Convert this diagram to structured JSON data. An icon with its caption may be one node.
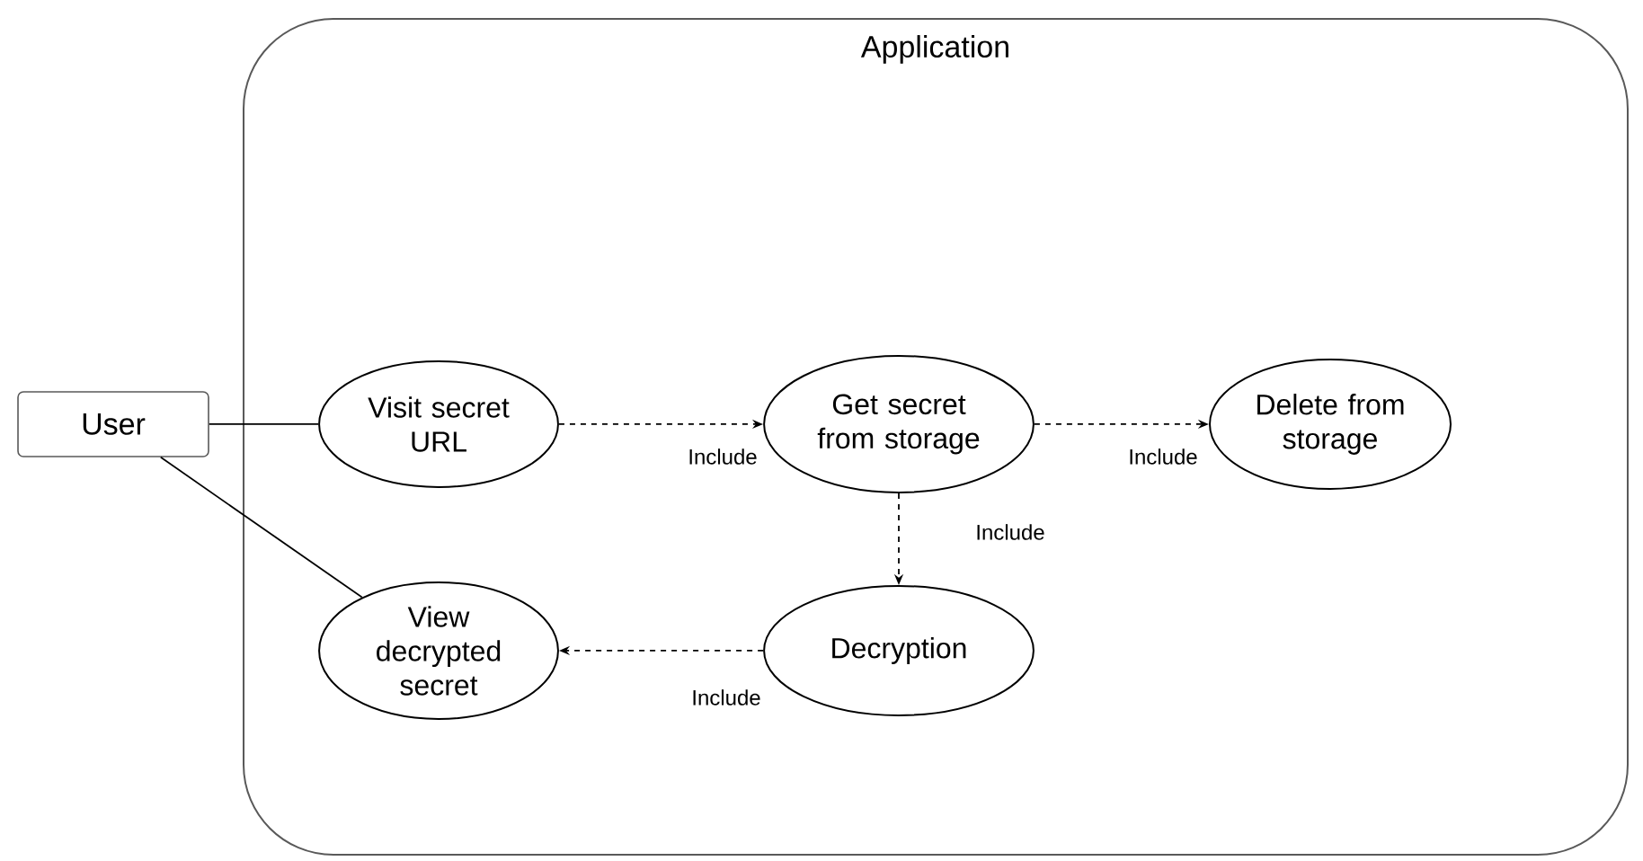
{
  "diagram": {
    "nodes": [
      {
        "text": [
          "Application"
        ]
      },
      {
        "text": [
          "User"
        ]
      },
      {
        "text": [
          "Visit secret URL"
        ],
        "in": 0
      },
      {
        "text": [
          "Get secret from storage"
        ],
        "in": 0
      },
      {
        "text": [
          "Delete from storage"
        ],
        "in": 0
      },
      {
        "text": [
          "View decrypted secret"
        ],
        "in": 0
      },
      {
        "text": [
          "Decryption"
        ],
        "in": 0
      }
    ],
    "edges": [
      {
        "from": 1,
        "to": 2,
        "arrow": "none"
      },
      {
        "from": 1,
        "to": 5,
        "arrow": "none"
      },
      {
        "from": 2,
        "to": 3,
        "arrow": "to",
        "style": "dashed",
        "label": "Include"
      },
      {
        "from": 3,
        "to": 4,
        "arrow": "to",
        "style": "dashed",
        "label": "Include"
      },
      {
        "from": 3,
        "to": 6,
        "arrow": "to",
        "style": "dashed",
        "label": "Include"
      },
      {
        "from": 6,
        "to": 5,
        "arrow": "to",
        "style": "dashed",
        "label": "Include"
      }
    ]
  }
}
